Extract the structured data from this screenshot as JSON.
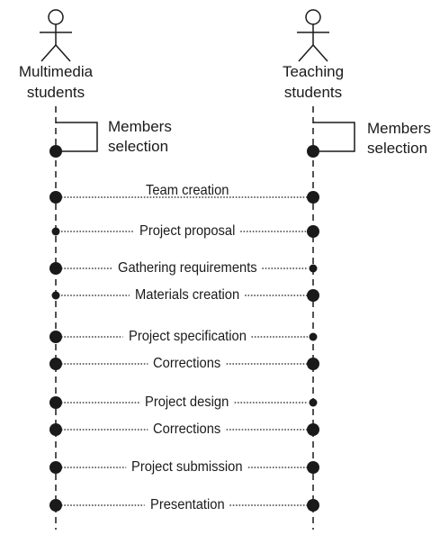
{
  "actors": {
    "left": {
      "name_line1": "Multimedia",
      "name_line2": "students"
    },
    "right": {
      "name_line1": "Teaching",
      "name_line2": "students"
    }
  },
  "self_messages": {
    "left": {
      "line1": "Members",
      "line2": "selection"
    },
    "right": {
      "line1": "Members",
      "line2": "selection"
    }
  },
  "messages": [
    {
      "label": "Team creation",
      "left_dot": "large",
      "right_dot": "large"
    },
    {
      "label": "Project proposal",
      "left_dot": "small",
      "right_dot": "large"
    },
    {
      "label": "Gathering requirements",
      "left_dot": "large",
      "right_dot": "small"
    },
    {
      "label": "Materials creation",
      "left_dot": "small",
      "right_dot": "large"
    },
    {
      "label": "Project specification",
      "left_dot": "large",
      "right_dot": "small"
    },
    {
      "label": "Corrections",
      "left_dot": "large",
      "right_dot": "large"
    },
    {
      "label": "Project design",
      "left_dot": "large",
      "right_dot": "small"
    },
    {
      "label": "Corrections",
      "left_dot": "large",
      "right_dot": "large"
    },
    {
      "label": "Project submission",
      "left_dot": "large",
      "right_dot": "large"
    },
    {
      "label": "Presentation",
      "left_dot": "large",
      "right_dot": "large"
    }
  ]
}
